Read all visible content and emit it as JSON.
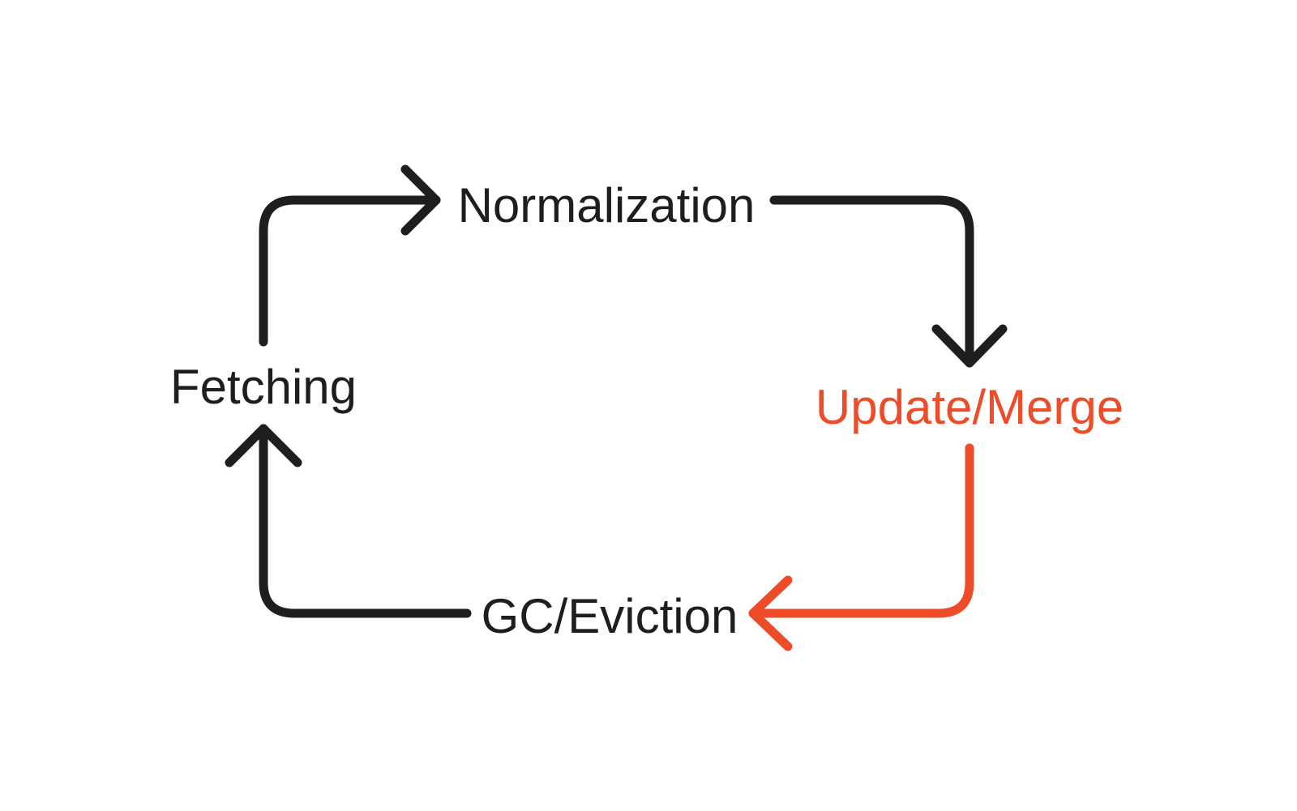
{
  "colors": {
    "background": "#ffffff",
    "default_stroke": "#1e1e1e",
    "highlight": "#ee4b28"
  },
  "nodes": {
    "normalization": {
      "label": "Normalization",
      "highlighted": false
    },
    "update_merge": {
      "label": "Update/Merge",
      "highlighted": true
    },
    "gc_eviction": {
      "label": "GC/Eviction",
      "highlighted": false
    },
    "fetching": {
      "label": "Fetching",
      "highlighted": false
    }
  },
  "edges": [
    {
      "from": "fetching",
      "to": "normalization",
      "highlighted": false
    },
    {
      "from": "normalization",
      "to": "update_merge",
      "highlighted": false
    },
    {
      "from": "update_merge",
      "to": "gc_eviction",
      "highlighted": true
    },
    {
      "from": "gc_eviction",
      "to": "fetching",
      "highlighted": false
    }
  ]
}
